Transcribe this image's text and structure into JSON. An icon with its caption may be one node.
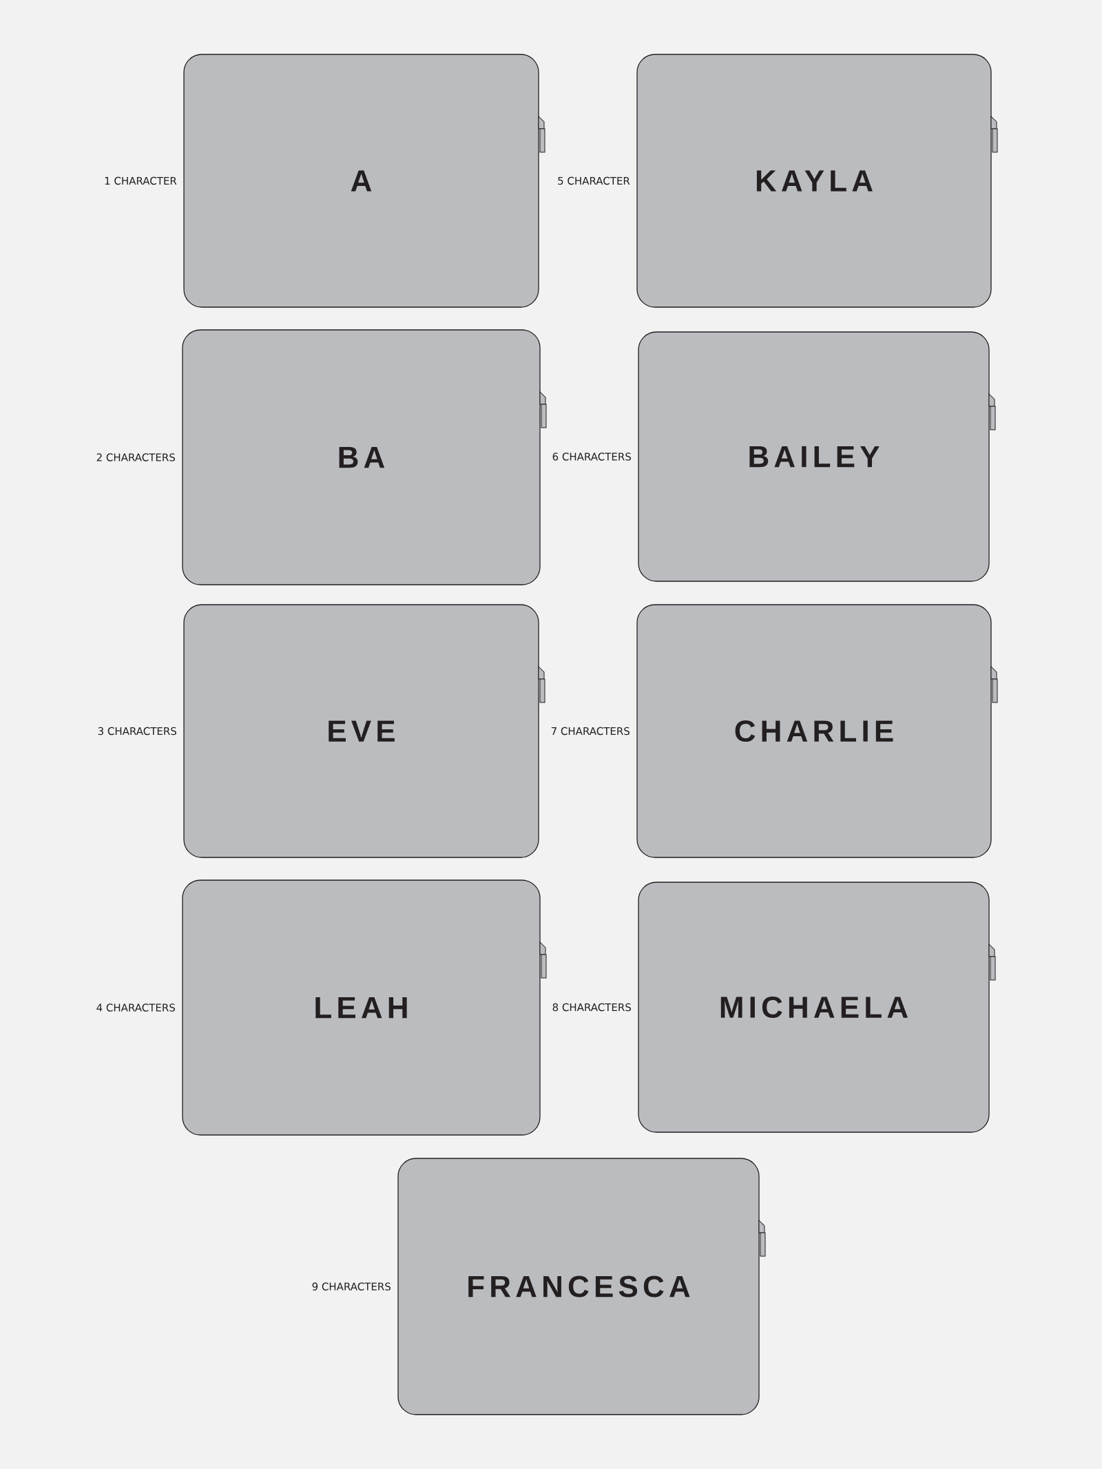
{
  "diagram": {
    "nodes": [
      {
        "text": [
          "A"
        ],
        "beside": [
          "1 CHARACTER"
        ]
      },
      {
        "text": [
          "KAYLA"
        ],
        "beside": [
          "5 CHARACTER"
        ]
      },
      {
        "text": [
          "BA"
        ],
        "beside": [
          "2 CHARACTERS"
        ]
      },
      {
        "text": [
          "BAILEY"
        ],
        "beside": [
          "6 CHARACTERS"
        ]
      },
      {
        "text": [
          "EVE"
        ],
        "beside": [
          "3 CHARACTERS"
        ]
      },
      {
        "text": [
          "CHARLIE"
        ],
        "beside": [
          "7 CHARACTERS"
        ]
      },
      {
        "text": [
          "LEAH"
        ],
        "beside": [
          "4 CHARACTERS"
        ]
      },
      {
        "text": [
          "MICHAELA"
        ],
        "beside": [
          "8 CHARACTERS"
        ]
      },
      {
        "text": [
          "FRANCESCA"
        ],
        "beside": [
          "9 CHARACTERS"
        ]
      }
    ]
  }
}
